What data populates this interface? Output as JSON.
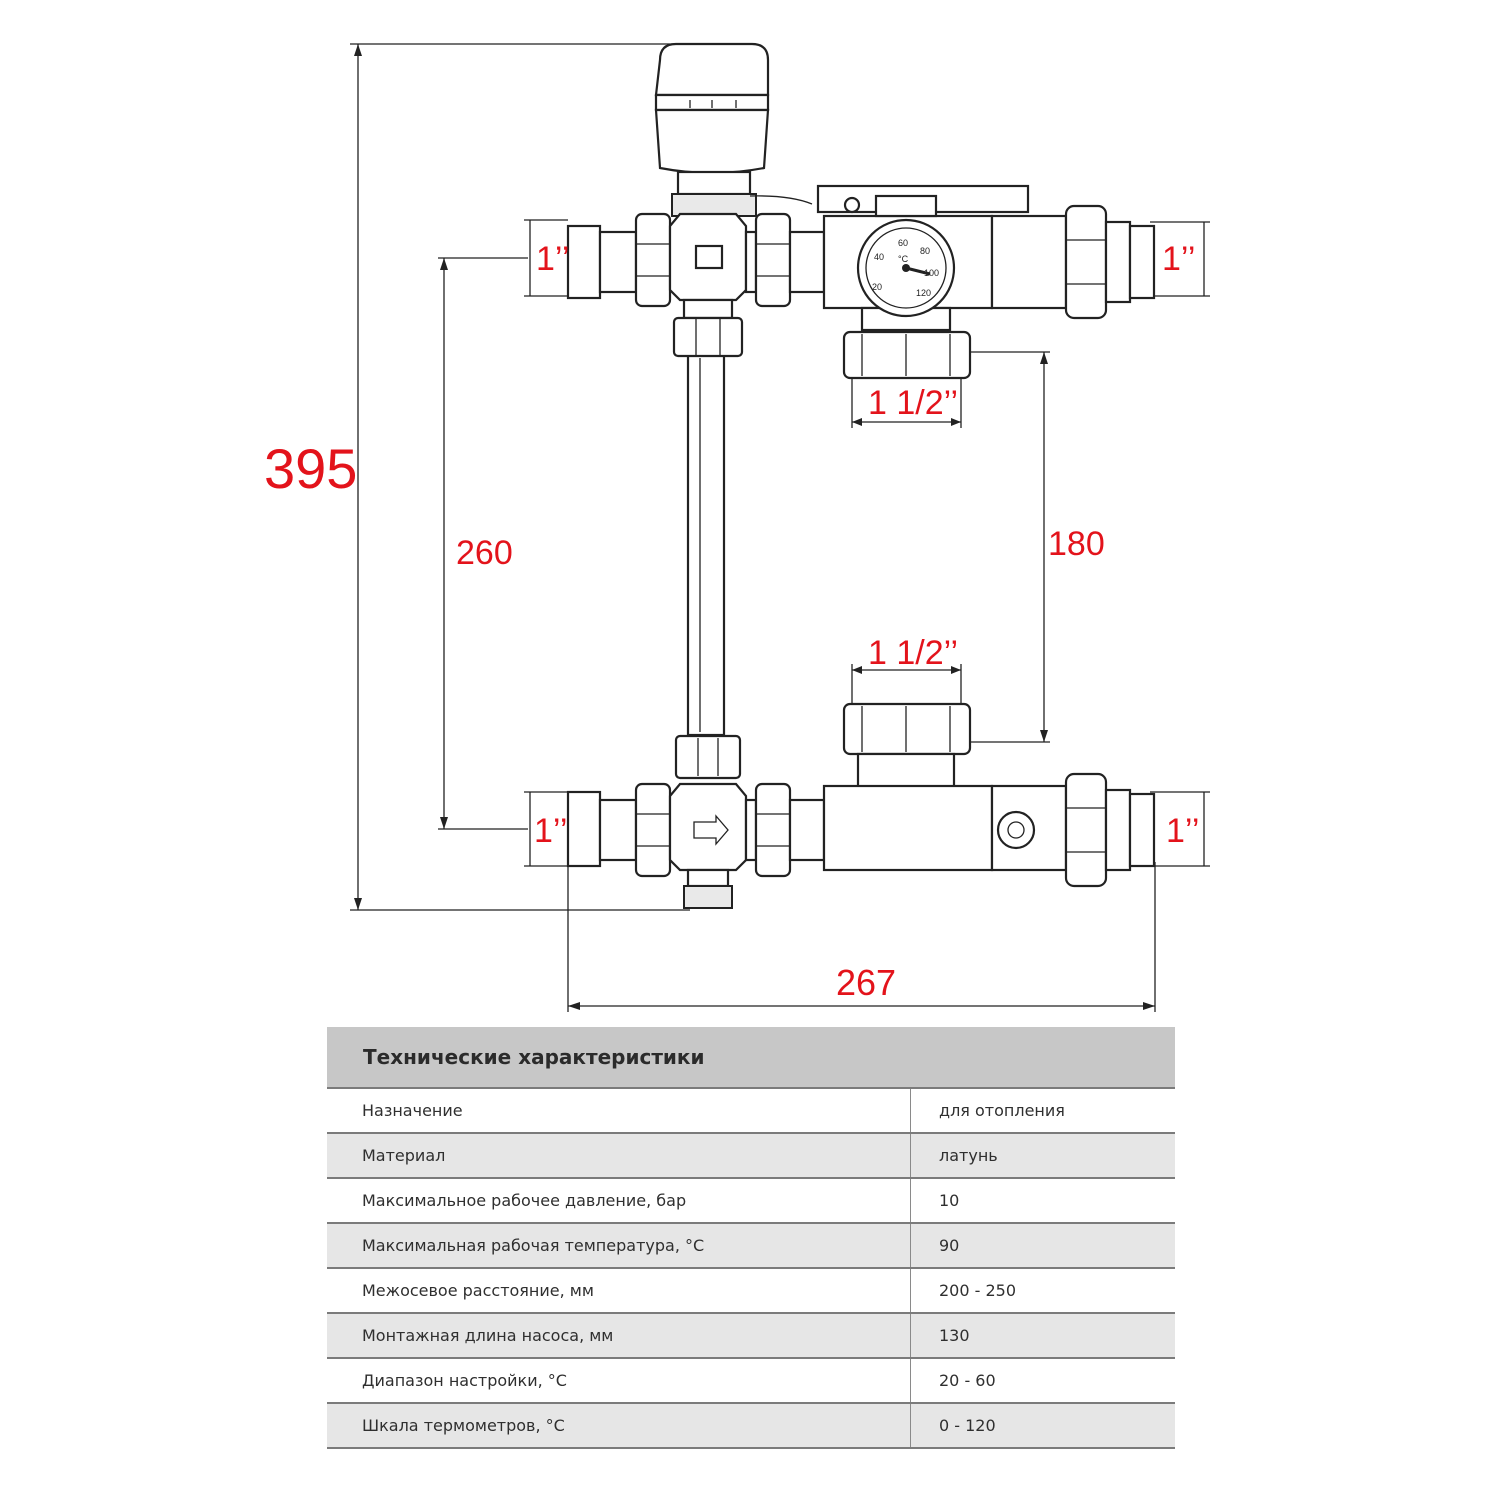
{
  "dimensions": {
    "total_height": "395",
    "axis_distance_left": "260",
    "pump_distance": "180",
    "total_width": "267",
    "pump_thread_top": "1 1/2’’",
    "pump_thread_bottom": "1 1/2’’",
    "thread_top_left": "1’’",
    "thread_top_right": "1’’",
    "thread_bottom_left": "1’’",
    "thread_bottom_right": "1’’"
  },
  "gauge": {
    "unit": "°C",
    "scale": [
      "20",
      "40",
      "60",
      "80",
      "100",
      "120"
    ]
  },
  "specs": {
    "title": "Технические характеристики",
    "rows": [
      {
        "label": "Назначение",
        "value": "для отопления"
      },
      {
        "label": "Материал",
        "value": "латунь"
      },
      {
        "label": "Максимальное рабочее давление, бар",
        "value": "10"
      },
      {
        "label": "Максимальная рабочая температура, °C",
        "value": "90"
      },
      {
        "label": "Межосевое расстояние, мм",
        "value": "200 - 250"
      },
      {
        "label": "Монтажная длина насоса, мм",
        "value": "130"
      },
      {
        "label": "Диапазон настройки, °C",
        "value": "20 - 60"
      },
      {
        "label": "Шкала термометров, °C",
        "value": "0 - 120"
      }
    ]
  }
}
